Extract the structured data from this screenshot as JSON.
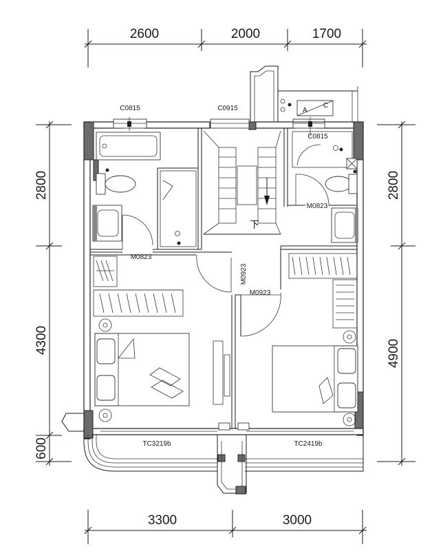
{
  "dimensions": {
    "top": [
      "2600",
      "2000",
      "1700"
    ],
    "bottom": [
      "3300",
      "3000"
    ],
    "left": [
      "2800",
      "4300",
      "600"
    ],
    "right": [
      "2800",
      "4900"
    ]
  },
  "windows": {
    "c0815_left": "C0815",
    "c0915": "C0915",
    "c0815_right": "C0815",
    "tc3219b": "TC3219b",
    "tc2419b": "TC2419b"
  },
  "doors": {
    "m0823_left": "M0823",
    "m0823_right": "M0823",
    "m0923_vertical": "M0923",
    "m0923_horizontal": "M0923"
  },
  "stair_label": "下",
  "ac_unit": {
    "a": "A",
    "c": "C"
  }
}
